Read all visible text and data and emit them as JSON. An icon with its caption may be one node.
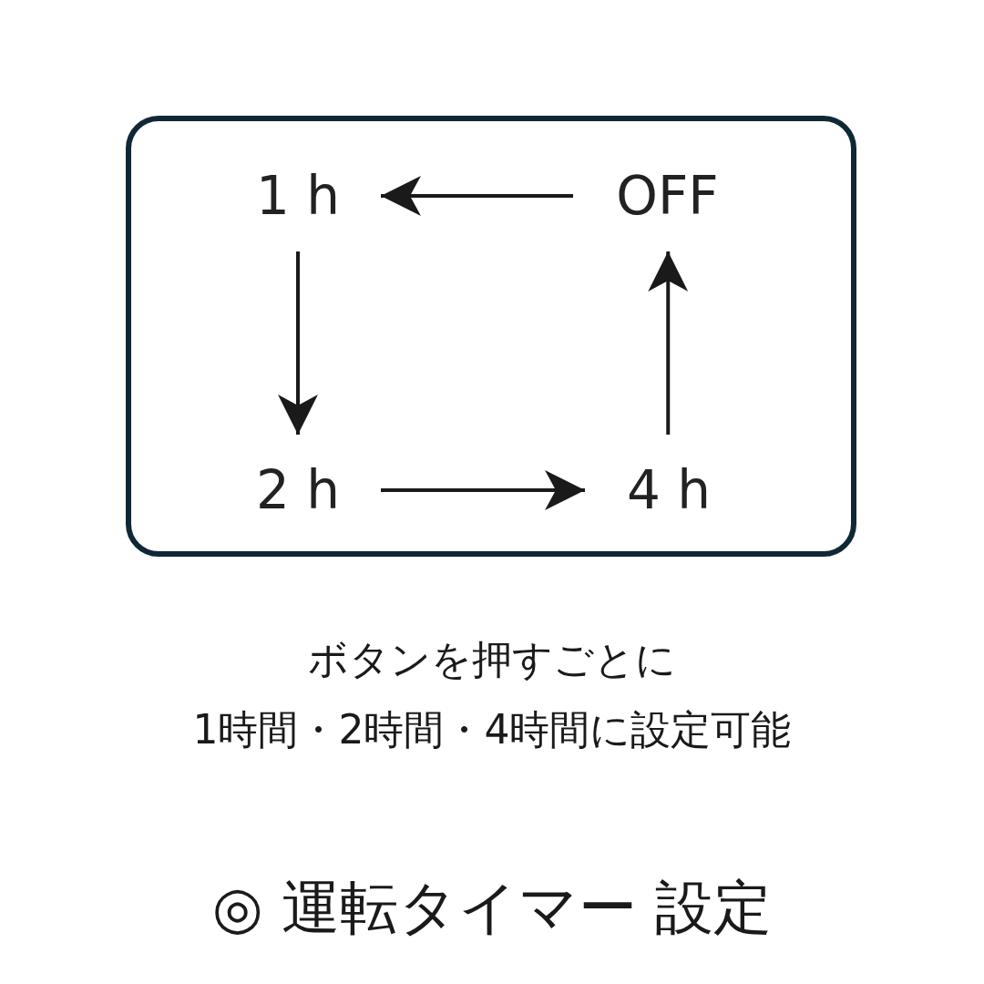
{
  "diagram": {
    "nodes": [
      {
        "text": [],
        "shape": "box"
      },
      {
        "text": [
          "1 h"
        ],
        "in": 0
      },
      {
        "text": [
          "OFF"
        ],
        "in": 0
      },
      {
        "text": [
          "2 h"
        ],
        "in": 0
      },
      {
        "text": [
          "4 h"
        ],
        "in": 0
      }
    ],
    "edges": [
      {
        "from": 2,
        "to": 1,
        "arrow": "to"
      },
      {
        "from": 1,
        "to": 3,
        "arrow": "to"
      },
      {
        "from": 3,
        "to": 4,
        "arrow": "to"
      },
      {
        "from": 4,
        "to": 2,
        "arrow": "to"
      }
    ],
    "labels": [
      "ボタンを押すごとに",
      "1時間・2時間・4時間に設定可能",
      "◎ 運転タイマー 設定"
    ]
  }
}
